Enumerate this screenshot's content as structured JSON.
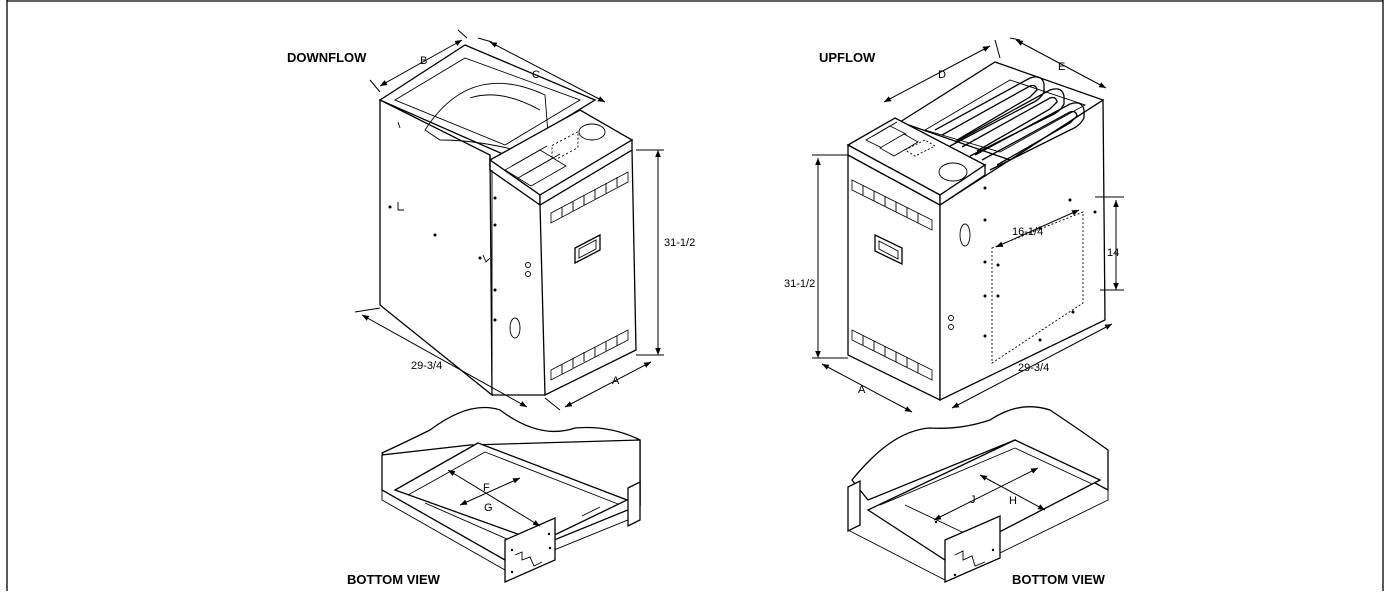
{
  "headers": {
    "downflow": "DOWNFLOW",
    "upflow": "UPFLOW",
    "bottom_view_left": "BOTTOM VIEW",
    "bottom_view_right": "BOTTOM VIEW"
  },
  "downflow_dims": {
    "b": "B",
    "c": "C",
    "height": "31-1/2",
    "depth": "29-3/4",
    "a": "A"
  },
  "upflow_dims": {
    "d": "D",
    "e": "E",
    "height": "31-1/2",
    "width": "16-1/4",
    "side": "14",
    "depth": "29-3/4",
    "a": "A"
  },
  "bottom_dims": {
    "f": "F",
    "g": "G",
    "j": "J",
    "h": "H"
  }
}
